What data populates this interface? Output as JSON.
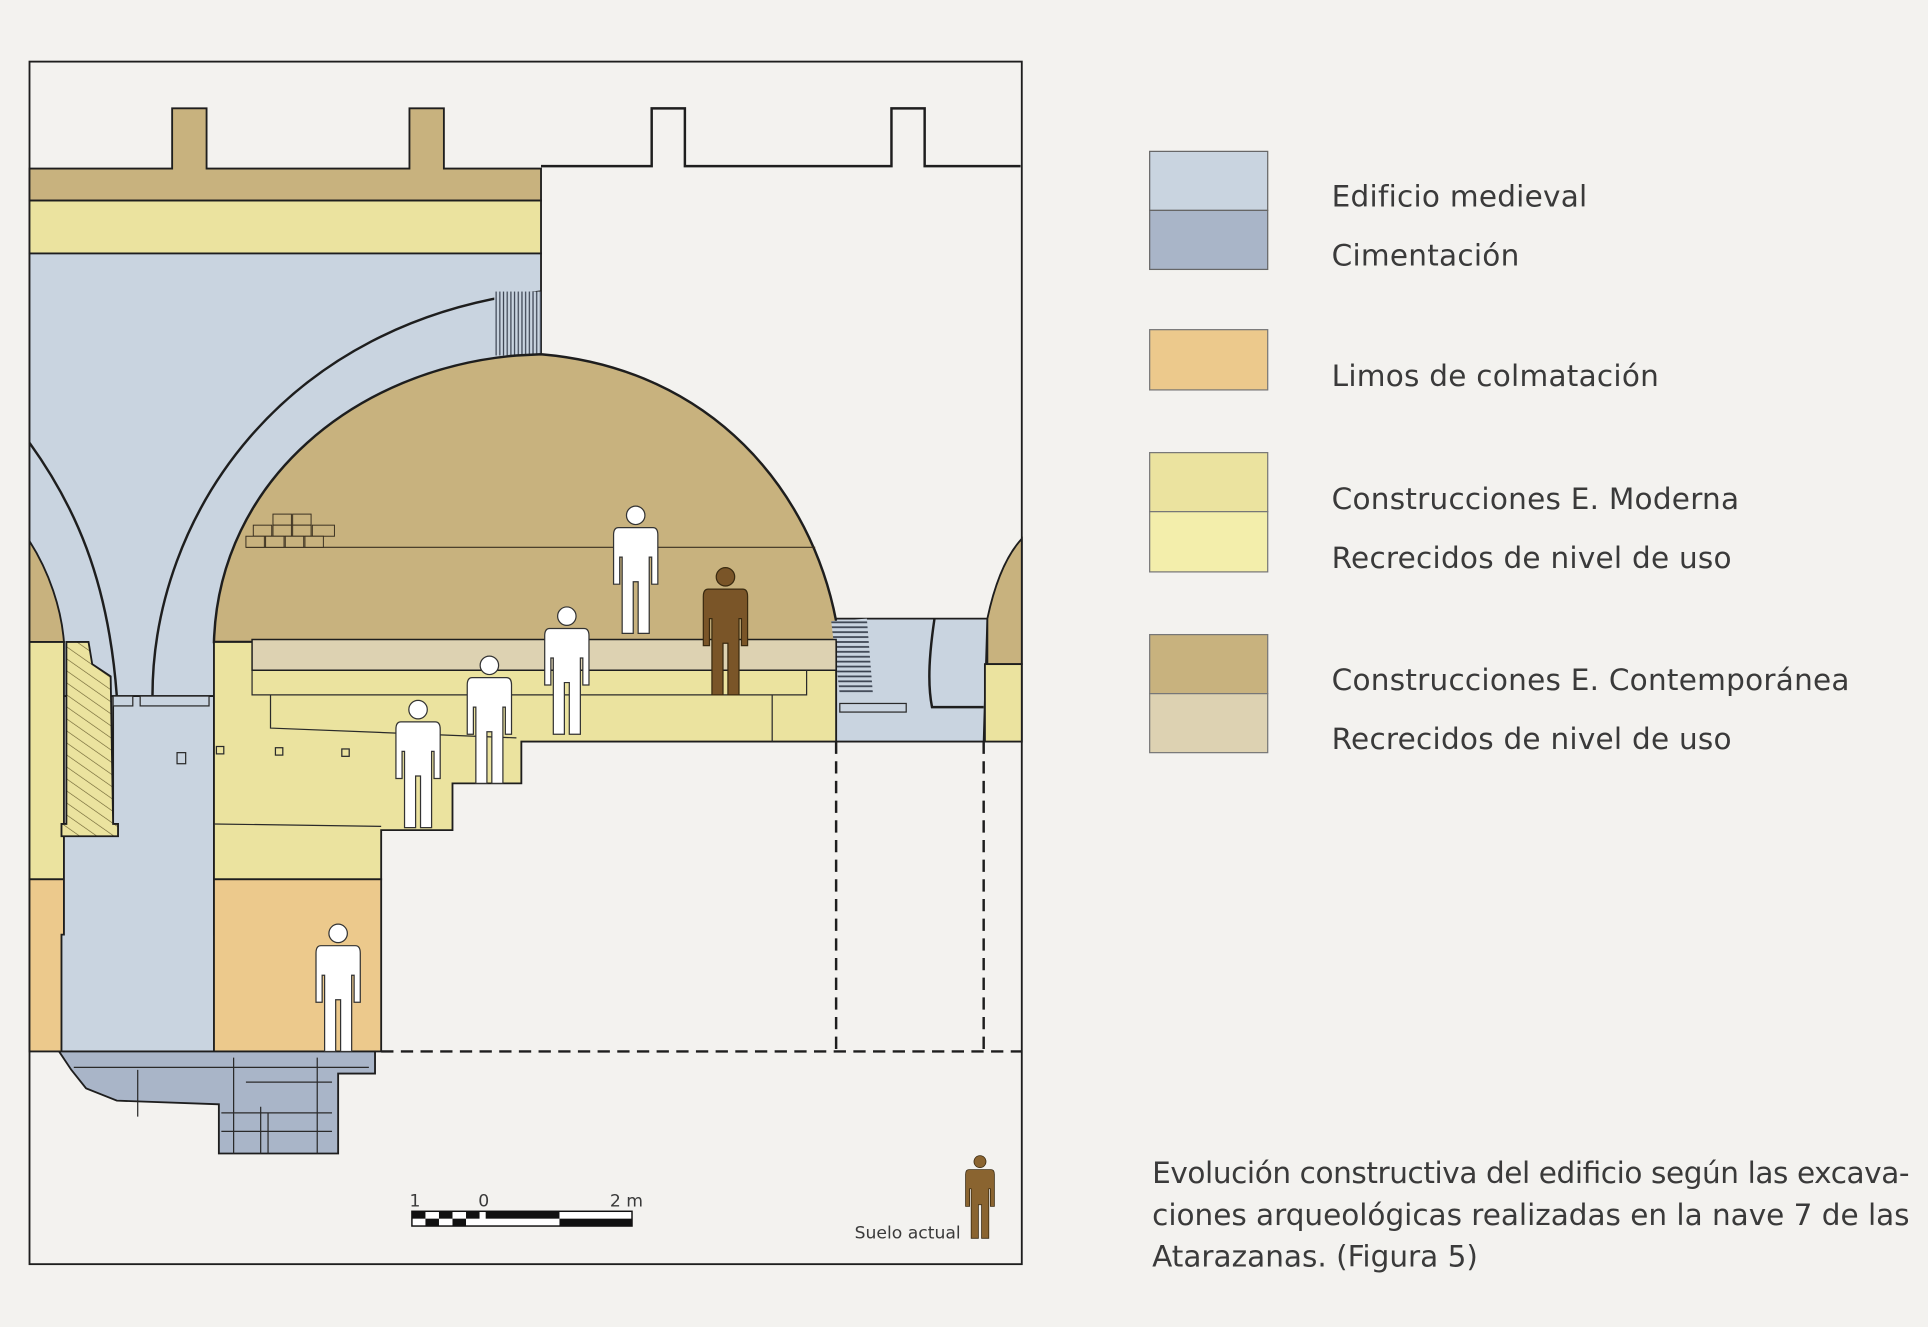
{
  "colors": {
    "background": "#f3f2ef",
    "edificio_medieval": "#c9d4e0",
    "cimentacion": "#a9b5c8",
    "limos": "#ecc98c",
    "moderna": "#ebe39f",
    "recrecidos_moderna": "#f3eeab",
    "contemporanea": "#c8b27e",
    "recrecidos_contemporanea": "#ddd2b2",
    "suelo_actual_figure": "#7a5528"
  },
  "legend": [
    {
      "label": "Edificio medieval"
    },
    {
      "label": "Cimentación"
    },
    {
      "label": "Limos de colmatación"
    },
    {
      "label": "Construcciones E. Moderna"
    },
    {
      "label": "Recrecidos de nivel de uso"
    },
    {
      "label": "Construcciones E. Contemporánea"
    },
    {
      "label": "Recrecidos de nivel de uso"
    }
  ],
  "scale_bar": {
    "label_left": "1",
    "label_zero": "0",
    "label_right": "2 m"
  },
  "suelo_actual": "Suelo actual",
  "caption": [
    "Evolución constructiva del edificio según las excava-",
    "ciones arqueológicas realizadas en la nave 7 de las",
    "Atarazanas. (Figura 5)"
  ]
}
